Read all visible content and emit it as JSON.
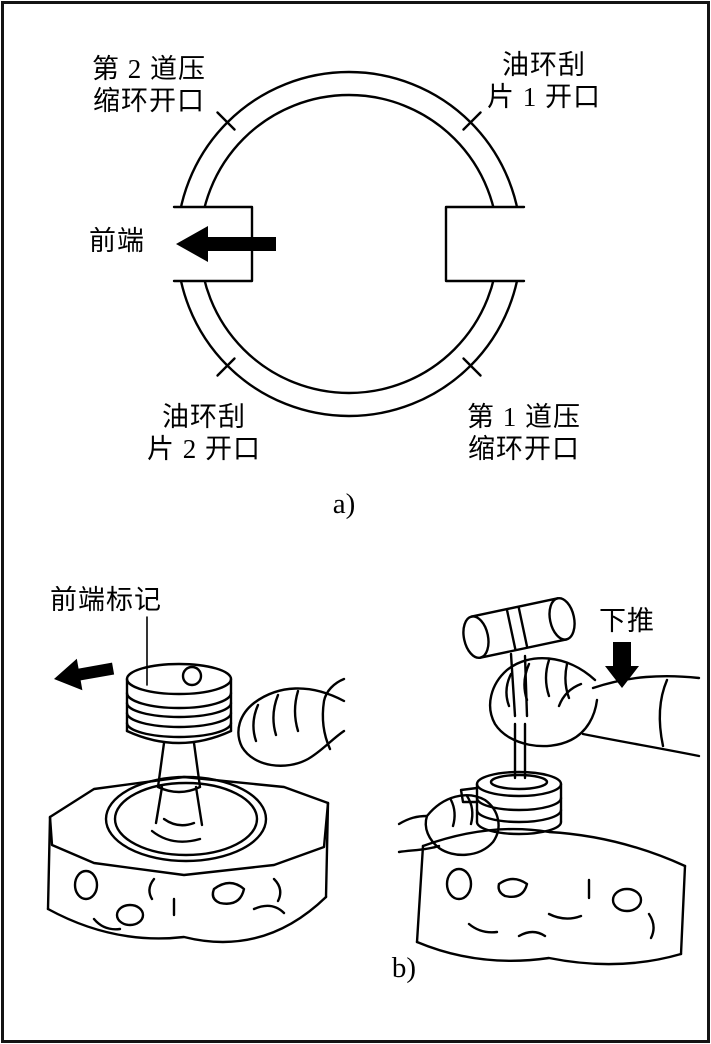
{
  "colors": {
    "ink": "#000000",
    "paper": "#ffffff",
    "frame": "#141414"
  },
  "part_a": {
    "caption": "a)",
    "labels": {
      "second_compression_ring_gap": "第 2 道压\n缩环开口",
      "oil_ring_rail_1_gap": "油环刮\n片 1 开口",
      "front_end": "前端",
      "oil_ring_rail_2_gap": "油环刮\n片 2 开口",
      "first_compression_ring_gap": "第 1 道压\n缩环开口"
    }
  },
  "part_b": {
    "caption": "b)",
    "labels": {
      "front_mark": "前端标记",
      "push_down": "下推"
    }
  }
}
